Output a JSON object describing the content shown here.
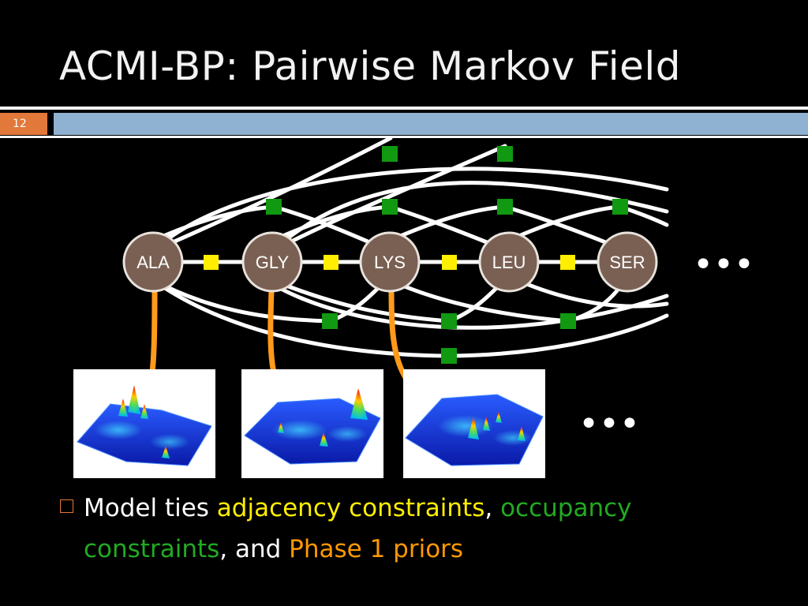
{
  "slide": {
    "title": "ACMI-BP: Pairwise Markov Field",
    "number": "12"
  },
  "diagram": {
    "nodes": [
      "ALA",
      "GLY",
      "LYS",
      "LEU",
      "SER"
    ],
    "ellipsis_right": "•••",
    "ellipsis_bottom": "•••",
    "colors": {
      "background": "#000000",
      "node_fill": "#7a6053",
      "edge": "#ffffff",
      "adjacency_factor": "#ffee00",
      "occupancy_factor": "#119911",
      "prior_link": "#ff9a1a",
      "slide_number_bg": "#e2783a",
      "header_bar": "#8fb1d2"
    },
    "prior_maps": [
      {
        "node": "ALA"
      },
      {
        "node": "GLY"
      },
      {
        "node": "LYS"
      }
    ]
  },
  "caption": {
    "segments": [
      {
        "text": "Model ties ",
        "color": "white"
      },
      {
        "text": "adjacency constraints",
        "color": "yellow"
      },
      {
        "text": ", ",
        "color": "white"
      },
      {
        "text": "occupancy constraints",
        "color": "green"
      },
      {
        "text": ", and ",
        "color": "white"
      },
      {
        "text": "Phase 1 priors",
        "color": "orange"
      }
    ]
  }
}
